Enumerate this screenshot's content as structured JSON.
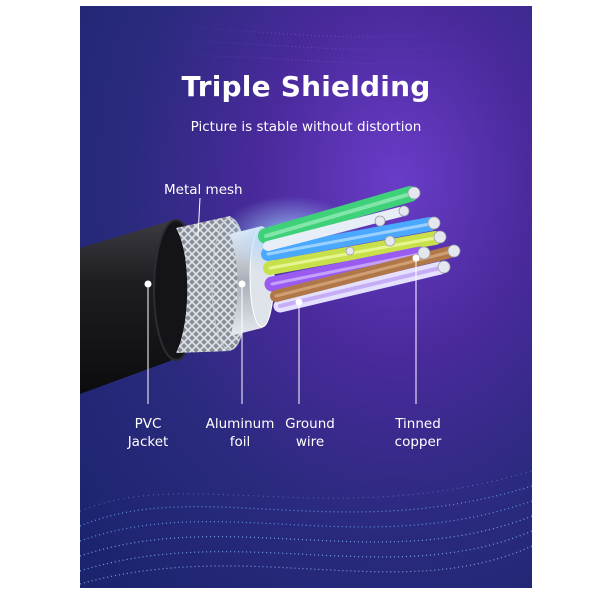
{
  "heading": {
    "title": "Triple Shielding",
    "subtitle": "Picture is stable without distortion"
  },
  "callouts": {
    "metal_mesh": "Metal mesh",
    "pvc_jacket": [
      "PVC",
      "Jacket"
    ],
    "aluminum_foil": [
      "Aluminum",
      "foil"
    ],
    "ground_wire": [
      "Ground",
      "wire"
    ],
    "tinned_copper": [
      "Tinned",
      "copper"
    ]
  },
  "colors": {
    "background_top": "#4a2a9c",
    "background_bottom": "#1a236b",
    "jacket": "#1c1c20",
    "mesh": "#b8bcc4",
    "wire_green": "#3fd07a",
    "wire_lime": "#c8e04a",
    "wire_purple": "#9a5cf0",
    "wire_blue": "#4aa8ff",
    "wire_brown": "#b07848",
    "wire_white": "#e8eef8"
  }
}
